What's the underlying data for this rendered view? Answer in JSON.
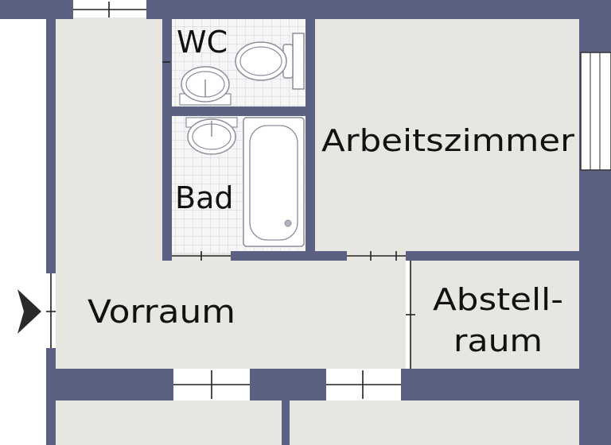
{
  "floorplan": {
    "rooms": {
      "wc": "WC",
      "bad": "Bad",
      "arbeitszimmer": "Arbeitszimmer",
      "vorraum": "Vorraum",
      "abstellraum_line1": "Abstell-",
      "abstellraum_line2": "raum"
    }
  },
  "colors": {
    "wall": "#5a6182",
    "floor": "#e8e6e0",
    "tile": "#f6f6f6",
    "tile_grid": "#cfd2d8",
    "fixture": "#ffffff",
    "fixture_stroke": "#8a8f9c",
    "entrance_arrow": "#2a2a2a"
  }
}
